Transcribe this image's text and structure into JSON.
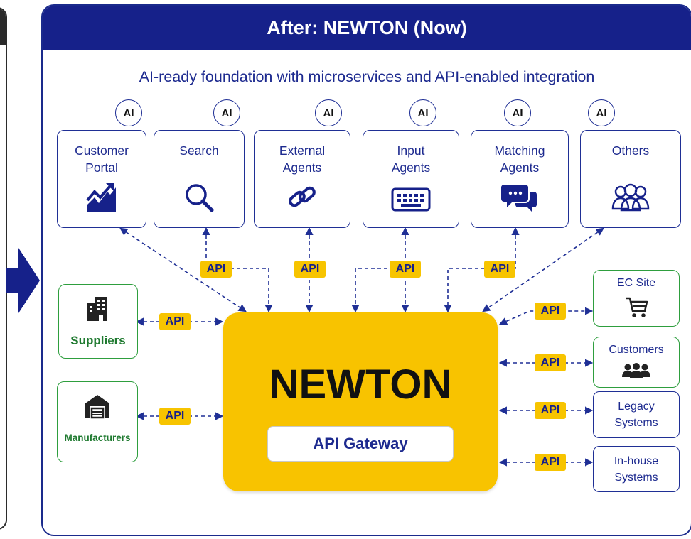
{
  "header": {
    "title": "After: NEWTON (Now)"
  },
  "subtitle": "AI-ready foundation with microservices and API-enabled integration",
  "ai_badge": "AI",
  "api_label": "API",
  "top_cards": [
    {
      "label": "Customer\nPortal",
      "icon": "growth-chart-icon"
    },
    {
      "label": "Search",
      "icon": "search-icon"
    },
    {
      "label": "External\nAgents",
      "icon": "link-icon"
    },
    {
      "label": "Input\nAgents",
      "icon": "keyboard-icon"
    },
    {
      "label": "Matching\nAgents",
      "icon": "chat-bubbles-icon"
    },
    {
      "label": "Others",
      "icon": "users-icon"
    }
  ],
  "core": {
    "title": "NEWTON",
    "gateway": "API Gateway"
  },
  "left_nodes": [
    {
      "label": "Suppliers",
      "icon": "building-icon"
    },
    {
      "label": "Manufacturers",
      "icon": "warehouse-icon"
    }
  ],
  "right_nodes": [
    {
      "label": "EC Site",
      "icon": "cart-icon"
    },
    {
      "label": "Customers",
      "icon": "people-icon"
    },
    {
      "label": "Legacy\nSystems"
    },
    {
      "label": "In-house\nSystems"
    }
  ],
  "colors": {
    "navy": "#16218a",
    "yellow": "#f8c300",
    "green": "#2e9e3e"
  }
}
